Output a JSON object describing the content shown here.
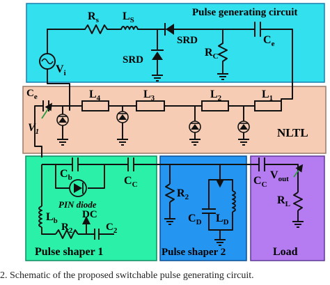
{
  "colors": {
    "pulse_generating": "#33e0ee",
    "nltl": "#f6cdb4",
    "pulse_shaper_1": "#2af0a8",
    "pulse_shaper_2": "#2496f2",
    "load": "#b57cf2",
    "wire": "#111111"
  },
  "blocks": {
    "pulse_generating": {
      "title": "Pulse generating circuit"
    },
    "nltl": {
      "title": "NLTL"
    },
    "pulse_shaper_1": {
      "title": "Pulse shaper 1"
    },
    "pulse_shaper_2": {
      "title": "Pulse shaper 2"
    },
    "load": {
      "title": "Load"
    }
  },
  "components": {
    "Rs": "R",
    "Rs_sub": "s",
    "Ls": "L",
    "Ls_sub": "S",
    "Vi": "V",
    "Vi_sub": "i",
    "SRD_series": "SRD",
    "SRD_shunt": "SRD",
    "Rc": "R",
    "Rc_sub": "C",
    "Ce_top": "C",
    "Ce_top_sub": "e",
    "Ce_nltl": "C",
    "Ce_nltl_sub": "e",
    "V1": "V",
    "V1_sub": "1",
    "L4": "L",
    "L4_sub": "4",
    "L3": "L",
    "L3_sub": "3",
    "L2": "L",
    "L2_sub": "2",
    "L1": "L",
    "L1_sub": "1",
    "Cb": "C",
    "Cb_sub": "b",
    "Cc1": "C",
    "Cc1_sub": "C",
    "pin_diode": "PIN diode",
    "Lb": "L",
    "Lb_sub": "b",
    "R2_ps1": "R",
    "R2_ps1_sub": "2",
    "DC": "DC",
    "C2": "C",
    "C2_sub": "2",
    "R2_ps2": "R",
    "R2_ps2_sub": "2",
    "CD": "C",
    "CD_sub": "D",
    "LD": "L",
    "LD_sub": "D",
    "Cc2": "C",
    "Cc2_sub": "C",
    "Vout": "V",
    "Vout_sub": "out",
    "RL": "R",
    "RL_sub": "L"
  },
  "caption": "2.  Schematic of the proposed switchable pulse generating circuit."
}
